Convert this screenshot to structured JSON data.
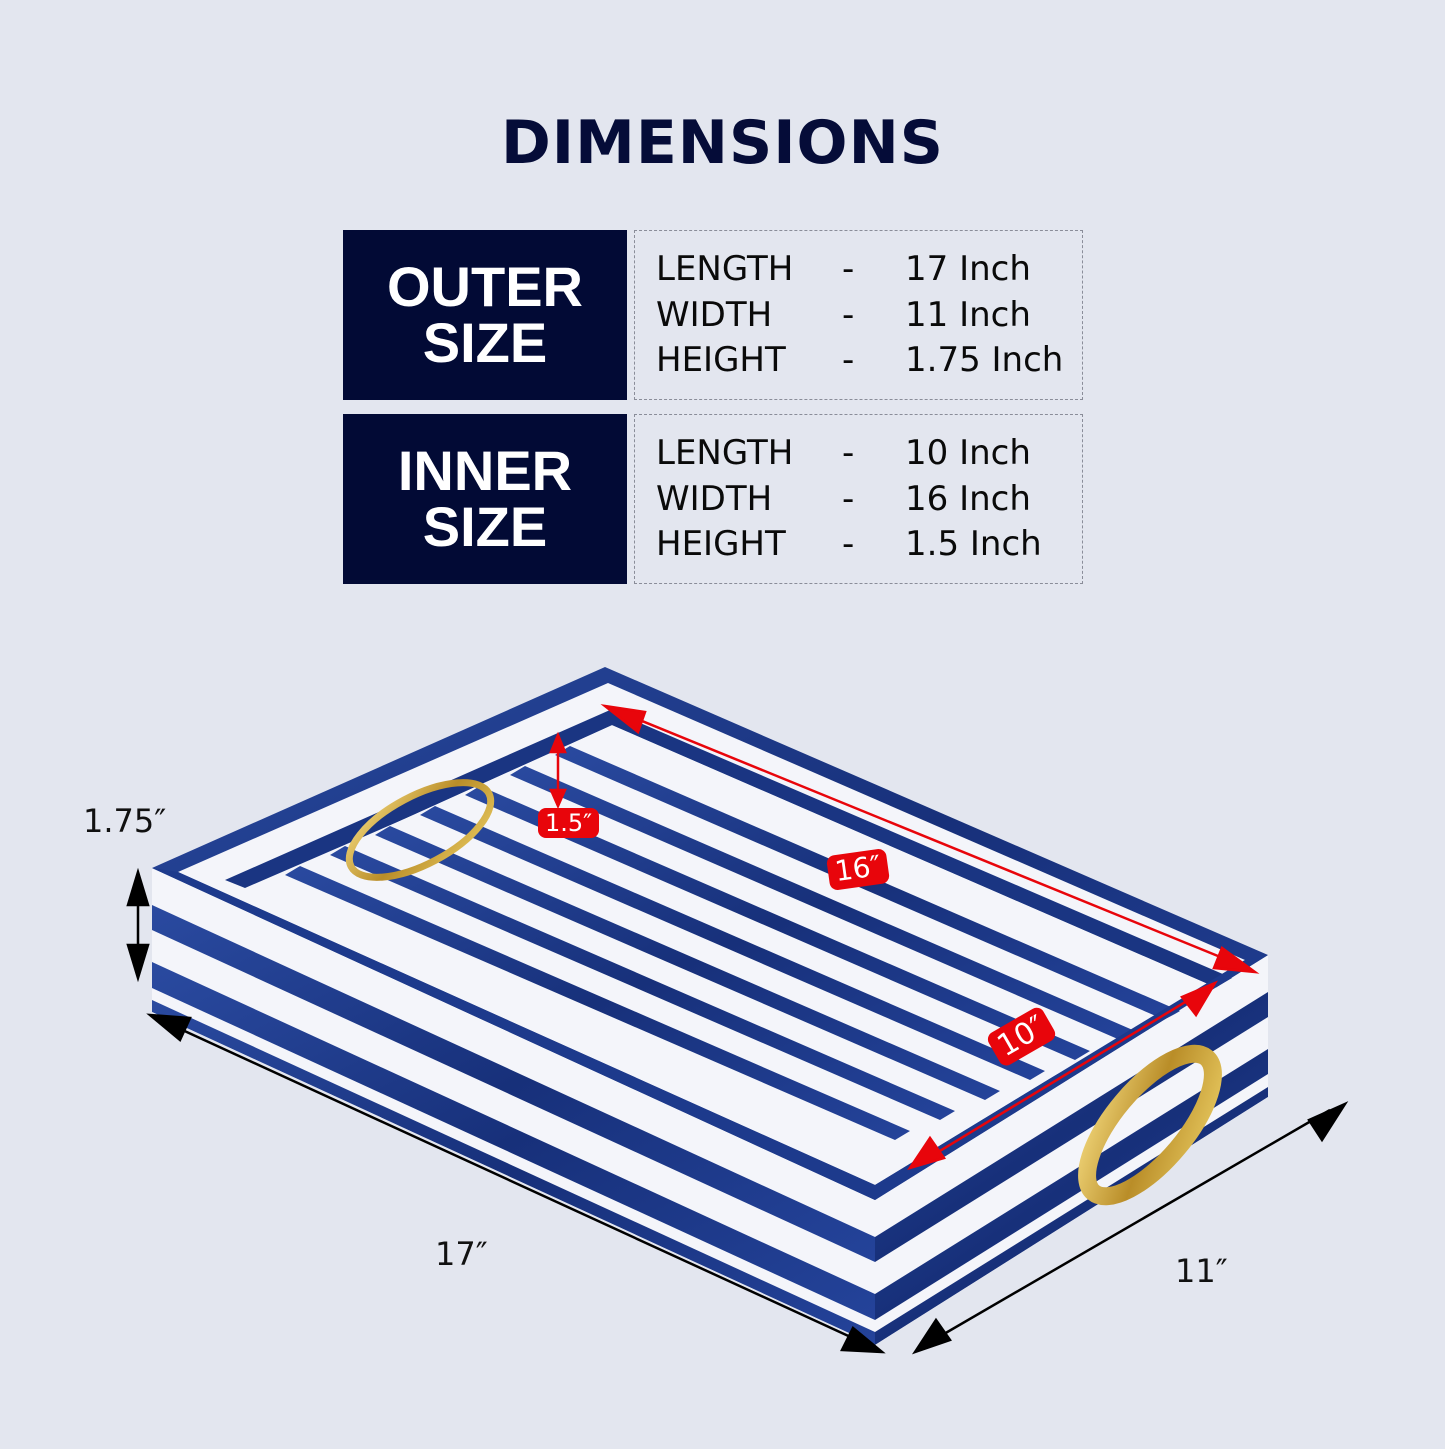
{
  "header": {
    "title": "DIMENSIONS"
  },
  "sizes": [
    {
      "label_line1": "OUTER",
      "label_line2": "SIZE",
      "specs": [
        {
          "key": "LENGTH",
          "dash": "-",
          "value": "17 Inch"
        },
        {
          "key": "WIDTH",
          "dash": "-",
          "value": "11 Inch"
        },
        {
          "key": "HEIGHT",
          "dash": "-",
          "value": "1.75 Inch"
        }
      ]
    },
    {
      "label_line1": "INNER",
      "label_line2": "SIZE",
      "specs": [
        {
          "key": "LENGTH",
          "dash": "-",
          "value": "10 Inch"
        },
        {
          "key": "WIDTH",
          "dash": "-",
          "value": "16 Inch"
        },
        {
          "key": "HEIGHT",
          "dash": "-",
          "value": "1.5 Inch"
        }
      ]
    }
  ],
  "product_image": {
    "subject": "navy-and-white-striped-serving-tray-with-gold-handles",
    "annotations": {
      "outer_height": "1.75″",
      "outer_length": "17″",
      "outer_width": "11″",
      "inner_height": "1.5″",
      "inner_length": "16″",
      "inner_width": "10″"
    }
  },
  "colors": {
    "background": "#e3e6ef",
    "navy": "#020a35",
    "tray_blue": "#1f3a8a",
    "tray_white": "#f4f5fa",
    "annotation_red": "#e8050b",
    "handle_gold": "#c9a23c"
  }
}
